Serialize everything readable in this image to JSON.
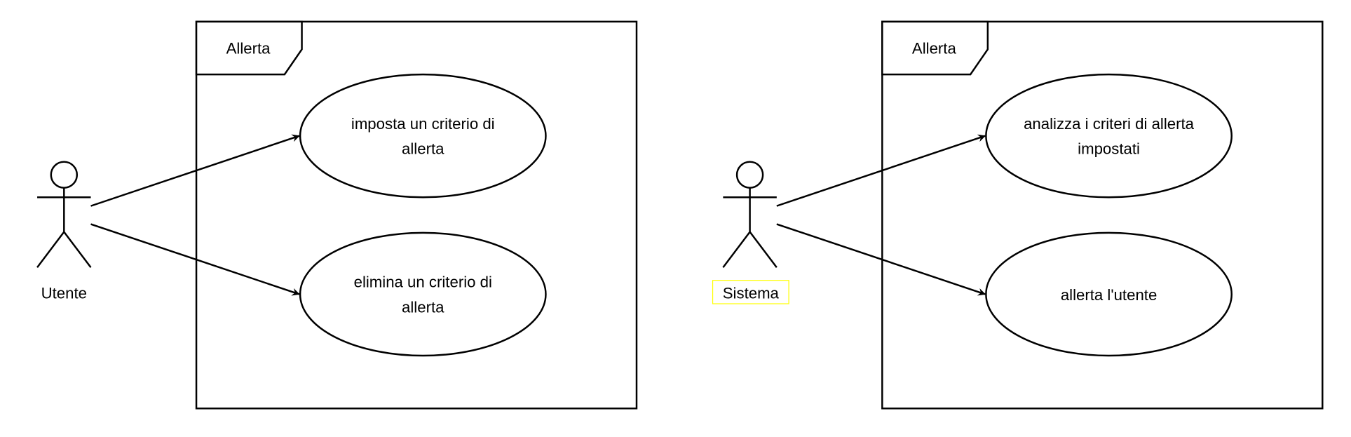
{
  "diagrams": [
    {
      "frame_label": "Allerta",
      "actor": "Utente",
      "use_cases": [
        [
          "imposta un criterio di",
          "allerta"
        ],
        [
          "elimina un criterio di",
          "allerta"
        ]
      ]
    },
    {
      "frame_label": "Allerta",
      "actor": "Sistema",
      "use_cases": [
        [
          "analizza i criteri di allerta",
          "impostati"
        ],
        [
          "allerta l'utente"
        ]
      ]
    }
  ],
  "colors": {
    "stroke": "#000000",
    "highlight": "#ffff00"
  }
}
